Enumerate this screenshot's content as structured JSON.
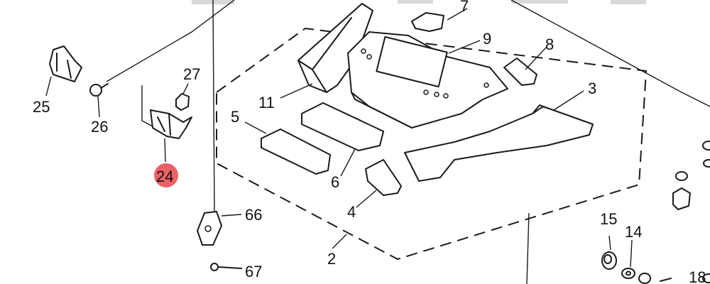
{
  "labels": {
    "l2": "2",
    "l3": "3",
    "l4": "4",
    "l5": "5",
    "l6": "6",
    "l7": "7",
    "l8": "8",
    "l9": "9",
    "l11": "11",
    "l14": "14",
    "l15": "15",
    "l18": "18",
    "l24": "24",
    "l25": "25",
    "l26": "26",
    "l27": "27",
    "l66": "66",
    "l67": "67"
  },
  "colors": {
    "highlight": "#e8454a",
    "ink": "#1a1a1a"
  },
  "highlighted_part": "24"
}
